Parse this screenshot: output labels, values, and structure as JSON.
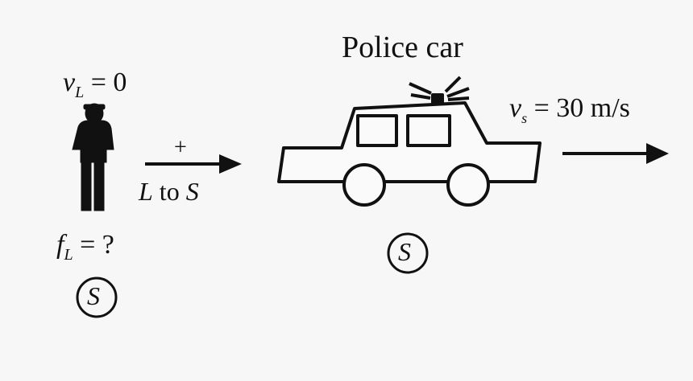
{
  "listener": {
    "velocity_label": {
      "symbol": "v",
      "subscript": "L",
      "rest": " = 0"
    },
    "frequency_label": {
      "symbol": "f",
      "subscript": "L",
      "rest": " = ?"
    },
    "circle_label": "S"
  },
  "direction": {
    "sign": "+",
    "label_prefix": "L",
    "label_mid": " to ",
    "label_suffix": "S"
  },
  "source": {
    "title": "Police car",
    "velocity_label": {
      "symbol": "v",
      "subscript": "s",
      "rest": " = 30 m/s"
    },
    "circle_label": "S"
  }
}
